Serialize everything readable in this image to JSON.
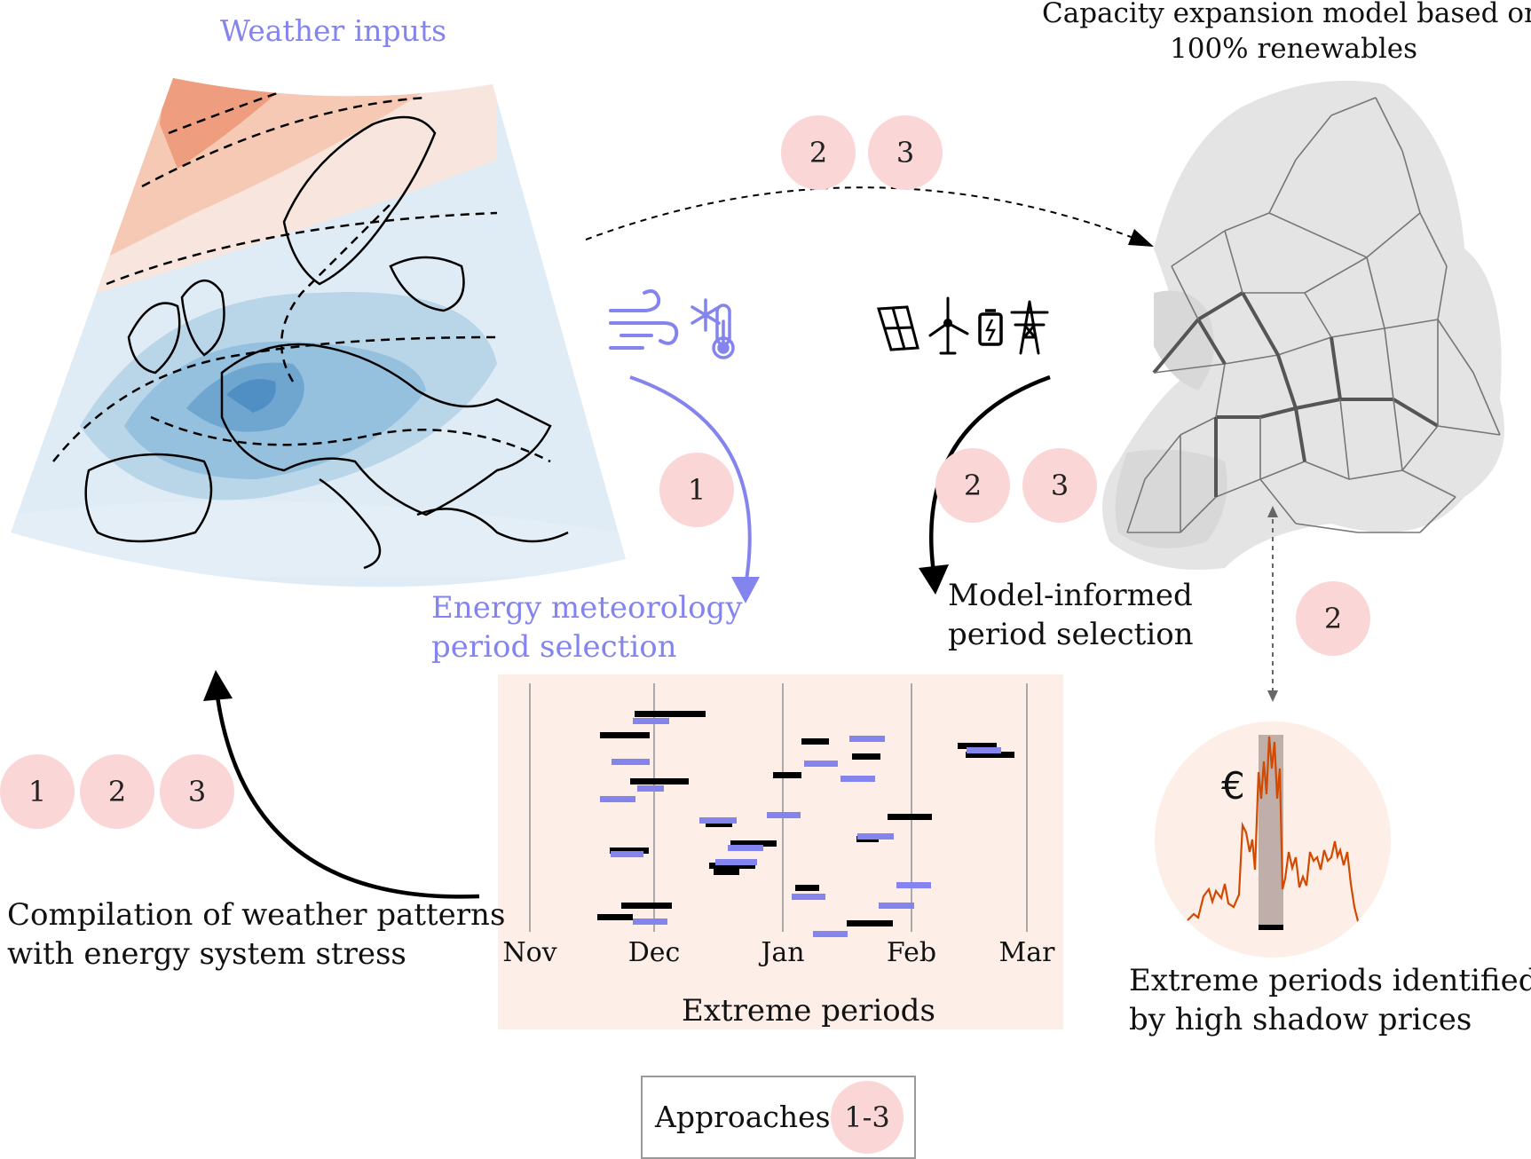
{
  "labels": {
    "weather_inputs": "Weather inputs",
    "capacity_line1": "Capacity expansion model based on",
    "capacity_line2": "100% renewables",
    "energy_met_line1": "Energy meteorology",
    "energy_met_line2": "period selection",
    "model_informed_line1": "Model-informed",
    "model_informed_line2": "period selection",
    "compilation_line1": "Compilation of weather patterns",
    "compilation_line2": "with energy system stress",
    "extreme_ident_line1": "Extreme periods identified",
    "extreme_ident_line2": "by high shadow prices",
    "extreme_periods": "Extreme periods",
    "euro": "€",
    "legend_text": "Approaches",
    "legend_badge": "1-3"
  },
  "badges": {
    "top": [
      "2",
      "3"
    ],
    "blue": [
      "1"
    ],
    "black": [
      "2",
      "3"
    ],
    "right": [
      "2"
    ],
    "left": [
      "1",
      "2",
      "3"
    ]
  },
  "icons": {
    "weather": [
      "wind-icon",
      "snow-thermometer-icon"
    ],
    "system": [
      "solar-panel-icon",
      "wind-turbine-icon",
      "battery-icon",
      "transmission-tower-icon"
    ]
  },
  "colors": {
    "blue": "#8484ee",
    "black": "#000000",
    "panel": "#fdeee8",
    "badge": "#fbd6d6",
    "price_line": "#d14a00"
  },
  "chart_data": {
    "type": "gantt",
    "title": "",
    "xlabel": "Extreme periods",
    "x_ticks": [
      "Nov",
      "Dec",
      "Jan",
      "Feb",
      "Mar"
    ],
    "series": [
      {
        "color": "#000000",
        "periods": [
          {
            "start": 28.0,
            "end": 31.0,
            "row": 1.0
          },
          {
            "start": 0.0,
            "end": 5.0,
            "row": 3.5
          },
          {
            "start": 27.0,
            "end": 34.0,
            "row": 5.5
          },
          {
            "start": 63.0,
            "end": 67.0,
            "row": 3.0
          },
          {
            "start": 100.0,
            "end": 102.0,
            "row": 1.5
          },
          {
            "start": 58.0,
            "end": 61.5,
            "row": 7.5
          },
          {
            "start": 21.0,
            "end": 28.0,
            "row": 2.7
          },
          {
            "start": 22.0,
            "end": 27.0,
            "row": 7.5
          },
          {
            "start": 3.5,
            "end": 6.5,
            "row": 8.5
          },
          {
            "start": 6.5,
            "end": 9.5,
            "row": 4.0
          },
          {
            "start": 9.0,
            "end": 13.0,
            "row": 6.0
          },
          {
            "start": 6.0,
            "end": 9.5,
            "row": 6.5
          },
          {
            "start": 20.0,
            "end": 23.0,
            "row": 9.5
          },
          {
            "start": 10.0,
            "end": 14.0,
            "row": 9.5
          },
          {
            "start": 6.0,
            "end": 11.0,
            "row": 9.5
          },
          {
            "start": 1.5,
            "end": 5.0,
            "row": 5.0
          }
        ]
      },
      {
        "color": "#8484ee",
        "periods": [
          {
            "start": 51.0,
            "end": 55.0,
            "row": 1.5
          },
          {
            "start": 33.0,
            "end": 37.0,
            "row": 4.0
          },
          {
            "start": 0.5,
            "end": 5.5,
            "row": 5.5
          }
        ]
      }
    ]
  }
}
